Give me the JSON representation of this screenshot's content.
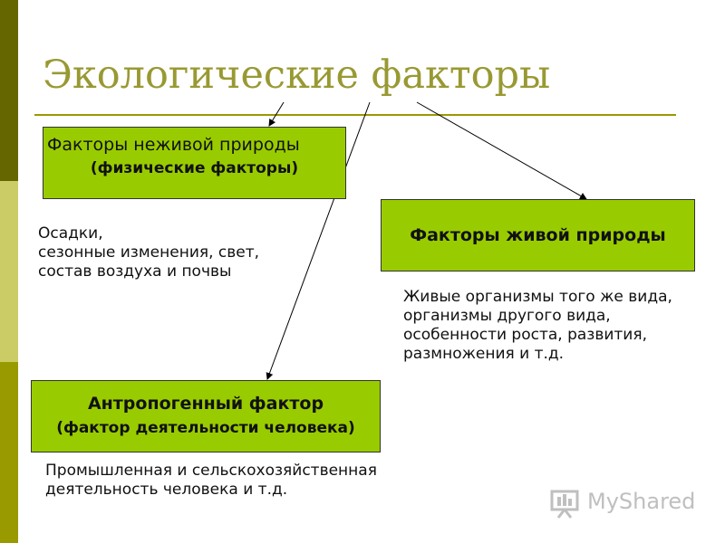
{
  "title": "Экологические факторы",
  "boxes": {
    "abiotic": {
      "line1": "Факторы неживой природы",
      "line2": "(физические факторы)"
    },
    "biotic": {
      "line1": "Факторы живой природы"
    },
    "anthropogenic": {
      "line1": "Антропогенный фактор",
      "line2": "(фактор деятельности человека)"
    }
  },
  "descriptions": {
    "abiotic": [
      "Осадки,",
      "сезонные изменения, свет,",
      "состав воздуха и почвы"
    ],
    "biotic": [
      "Живые организмы того же вида,",
      "организмы другого вида,",
      "особенности роста, развития,",
      "размножения и т.д."
    ],
    "anthropogenic": [
      "Промышленная и сельскохозяйственная",
      "деятельность человека и т.д."
    ]
  },
  "watermark": {
    "text": "MyShared",
    "icon": "projector-screen-icon"
  },
  "colors": {
    "box_fill": "#99cc00",
    "title": "#999933",
    "rule": "#999900",
    "sidebar_top": "#666600",
    "sidebar_middle": "#cccc66",
    "sidebar_bottom": "#999900"
  }
}
